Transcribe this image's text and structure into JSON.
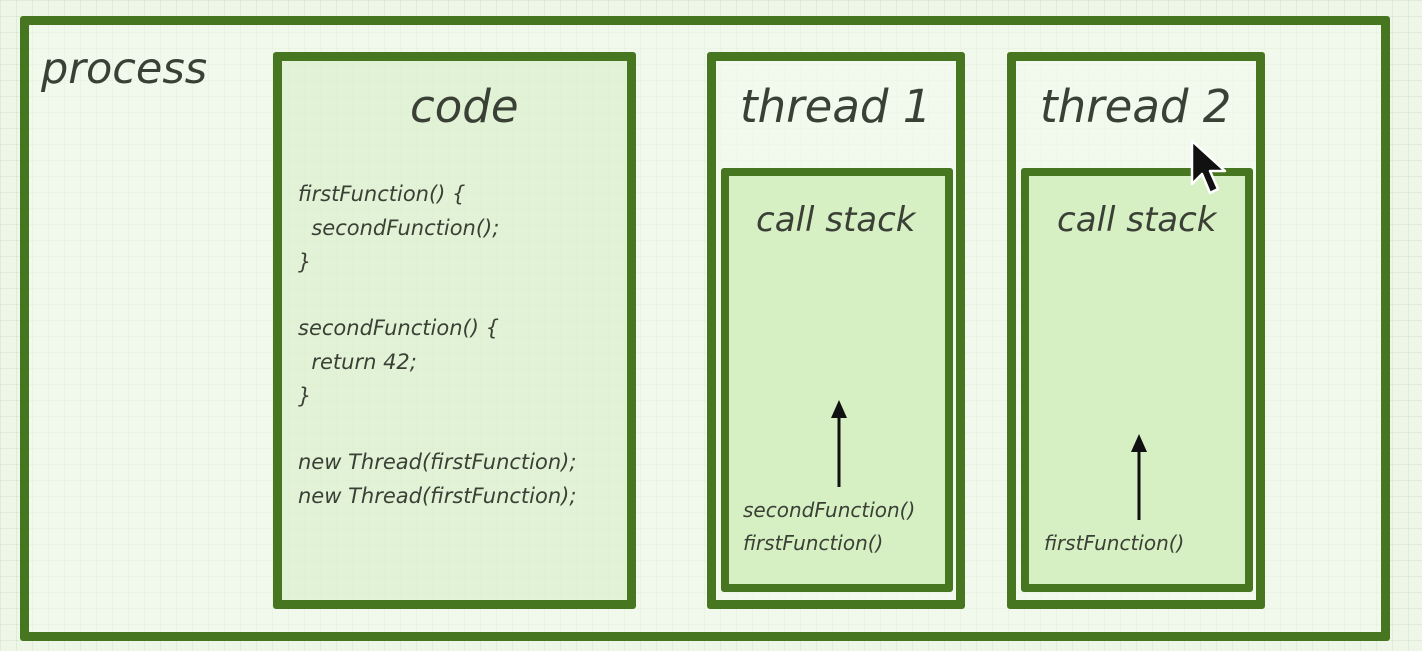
{
  "process": {
    "label": "process"
  },
  "code": {
    "label": "code",
    "lines": [
      "firstFunction() {",
      "  secondFunction();",
      "}",
      "secondFunction() {",
      "  return 42;",
      "}",
      "new Thread(firstFunction);",
      "new Thread(firstFunction);"
    ]
  },
  "threads": [
    {
      "label": "thread 1",
      "call_stack": {
        "label": "call stack",
        "frames": [
          "secondFunction()",
          "firstFunction()"
        ]
      }
    },
    {
      "label": "thread 2",
      "call_stack": {
        "label": "call stack",
        "frames": [
          "firstFunction()"
        ]
      }
    }
  ],
  "colors": {
    "border": "#46761f",
    "call_stack_fill": "#d6f0c4",
    "background": "#eef6e8",
    "text": "#3b4036"
  },
  "icons": [
    "up-arrow-icon",
    "mouse-cursor-icon"
  ]
}
